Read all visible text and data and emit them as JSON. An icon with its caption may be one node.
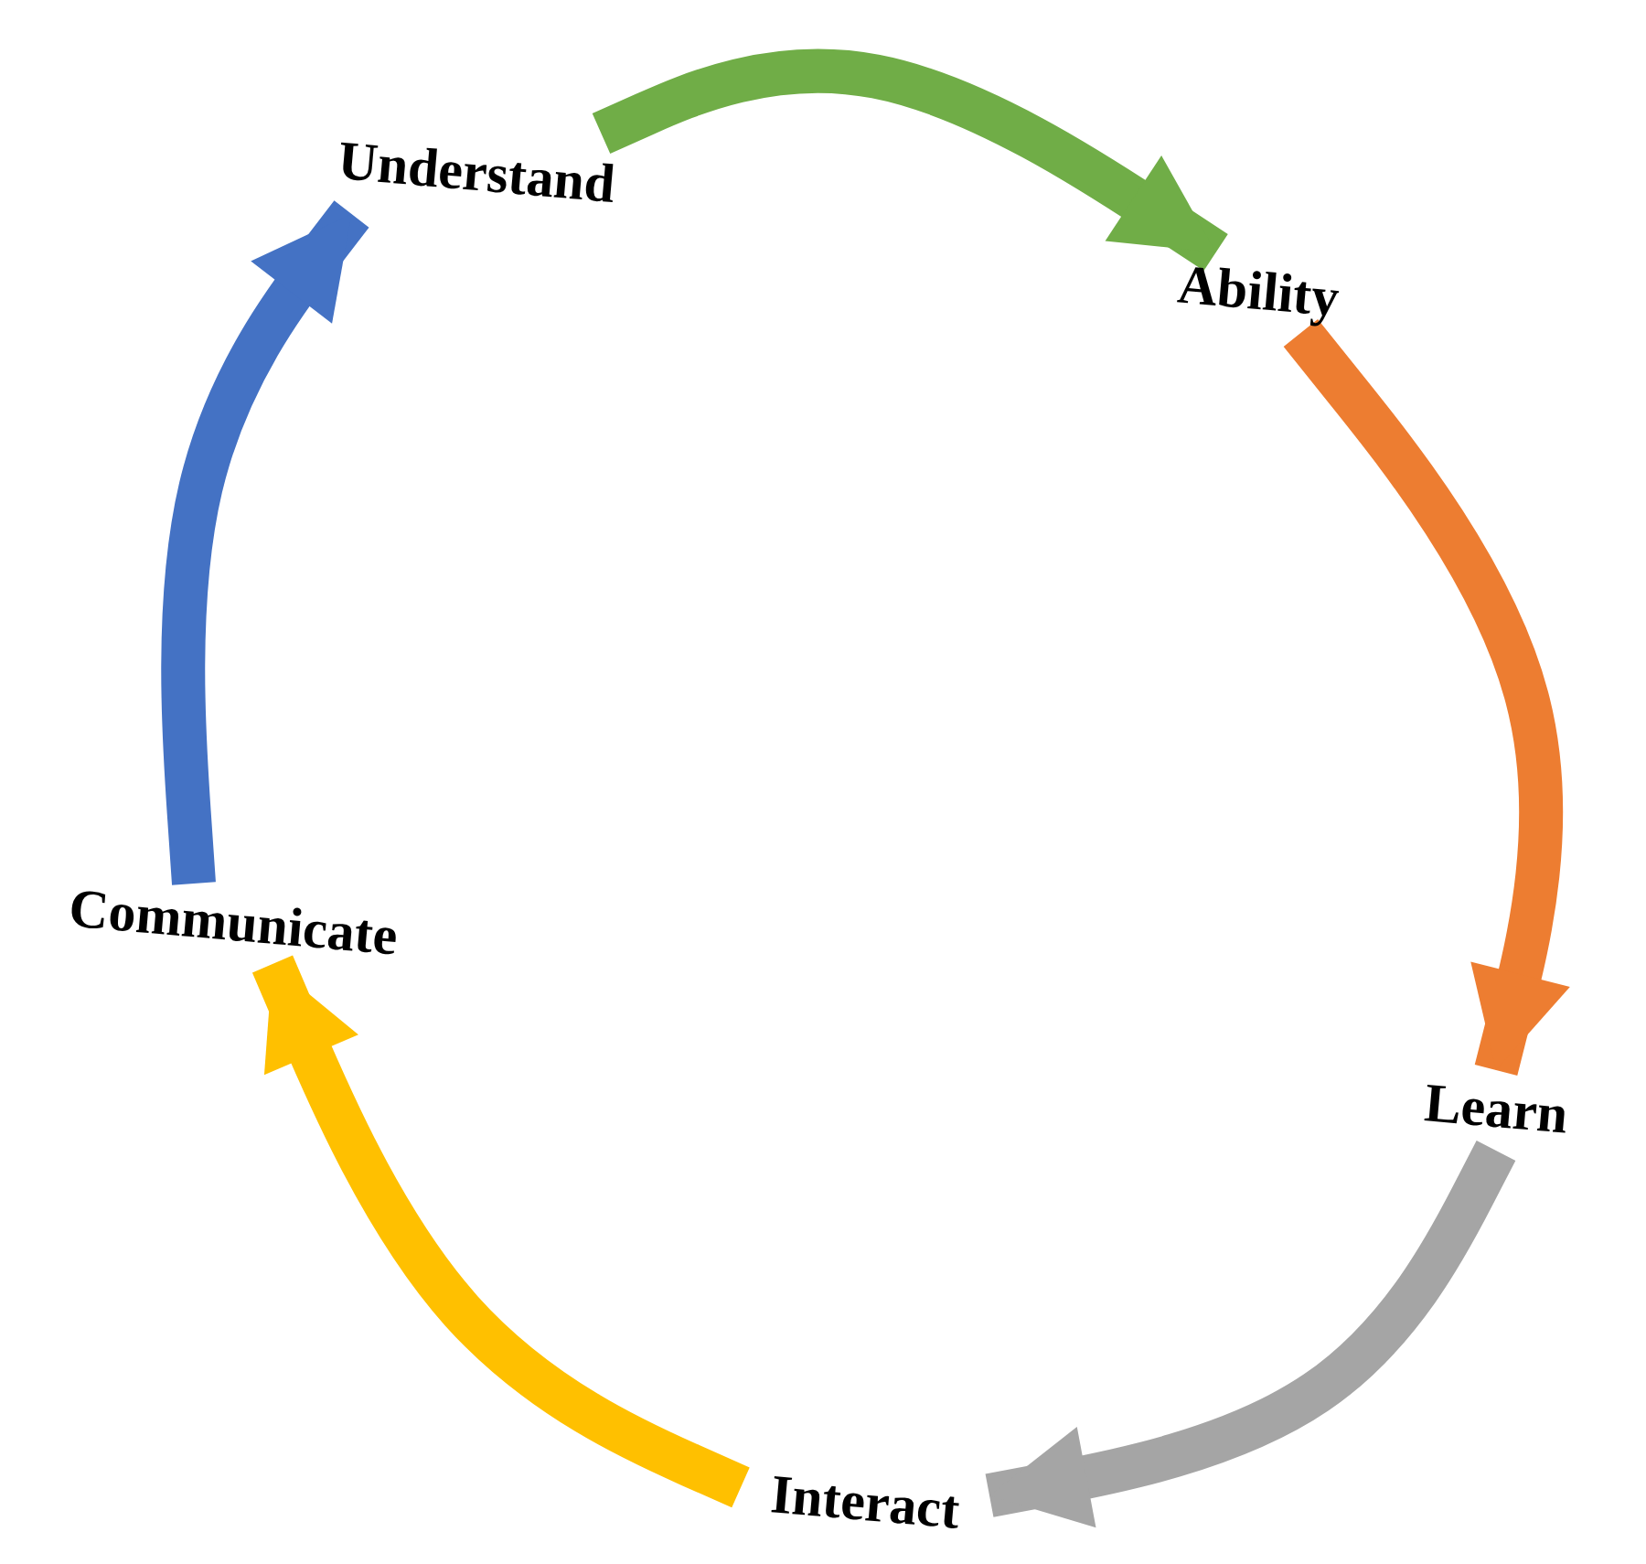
{
  "diagram": {
    "nodes": [
      {
        "text": [
          "Understand"
        ]
      },
      {
        "text": [
          "Ability"
        ]
      },
      {
        "text": [
          "Learn"
        ]
      },
      {
        "text": [
          "Interact"
        ]
      },
      {
        "text": [
          "Communicate"
        ]
      }
    ],
    "edges": [
      {
        "from": 0,
        "to": 1,
        "arrow": "to",
        "color": "#70ad47"
      },
      {
        "from": 1,
        "to": 2,
        "arrow": "to",
        "color": "#ed7d31"
      },
      {
        "from": 2,
        "to": 3,
        "arrow": "to",
        "color": "#a5a5a5"
      },
      {
        "from": 3,
        "to": 4,
        "arrow": "to",
        "color": "#ffc000"
      },
      {
        "from": 4,
        "to": 0,
        "arrow": "to",
        "color": "#4472c4"
      }
    ]
  }
}
